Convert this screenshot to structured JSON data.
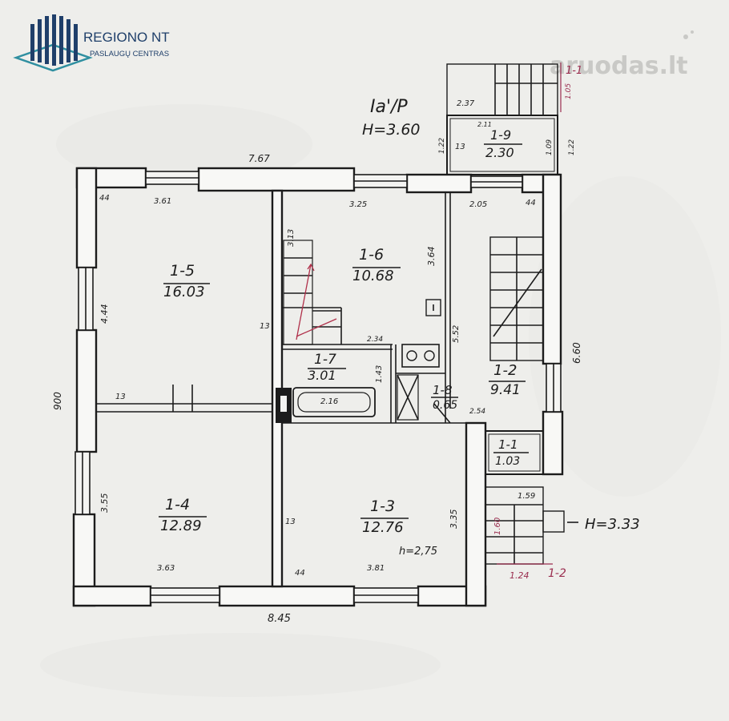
{
  "logo": {
    "name": "REGIONO NT",
    "subtitle": "PASLAUGŲ CENTRAS",
    "colors": {
      "navy": "#1f3f6a",
      "teal": "#2f8fa0"
    }
  },
  "watermark": {
    "text": "aruodas.lt"
  },
  "header": {
    "plan_code": "Ia'/P",
    "height_label": "H=3.60"
  },
  "rooms": [
    {
      "id": "1-1",
      "area": "1.03"
    },
    {
      "id": "1-2",
      "area": "9.41"
    },
    {
      "id": "1-3",
      "area": "12.76"
    },
    {
      "id": "1-4",
      "area": "12.89"
    },
    {
      "id": "1-5",
      "area": "16.03"
    },
    {
      "id": "1-6",
      "area": "10.68"
    },
    {
      "id": "1-7",
      "area": "3.01"
    },
    {
      "id": "1-8",
      "area": "0.65"
    },
    {
      "id": "1-9",
      "area": "2.30"
    }
  ],
  "dimensions": {
    "top_overall": "7.67",
    "bottom_overall": "8.45",
    "left_overall": "900",
    "right_overall": "6.60",
    "r5_top": "3.61",
    "r5_left": "4.44",
    "r5_corner": "44",
    "r6_top": "3.25",
    "r6_right": "3.64",
    "r6_left": "3.13",
    "r2_top": "2.05",
    "r2_corner": "44",
    "r9_top": "2.37",
    "r9_inner": "2.11",
    "r9_left": "1.22",
    "r9_right": "1.09",
    "r9_wall": "13",
    "stair_right": "1.22",
    "r4_left": "3.55",
    "r4_bottom": "3.63",
    "r3_bottom": "3.81",
    "r3_right": "3.35",
    "r3_corner": "44",
    "r3_height": "h=2,75",
    "wall_13_a": "13",
    "wall_13_b": "13",
    "wall_13_c": "13",
    "r7_top": "2.34",
    "r7_bath": "2.16",
    "r7_right": "1.43",
    "r6_inner": "5.52",
    "r8_bottom": "2.54",
    "r1_bottom": "1.59",
    "entry_height": "H=3.33",
    "entry_red_a": "1.60",
    "entry_red_b": "1.24",
    "section_1": "1-1",
    "section_1_extra": "1.05",
    "section_2": "1-2"
  }
}
